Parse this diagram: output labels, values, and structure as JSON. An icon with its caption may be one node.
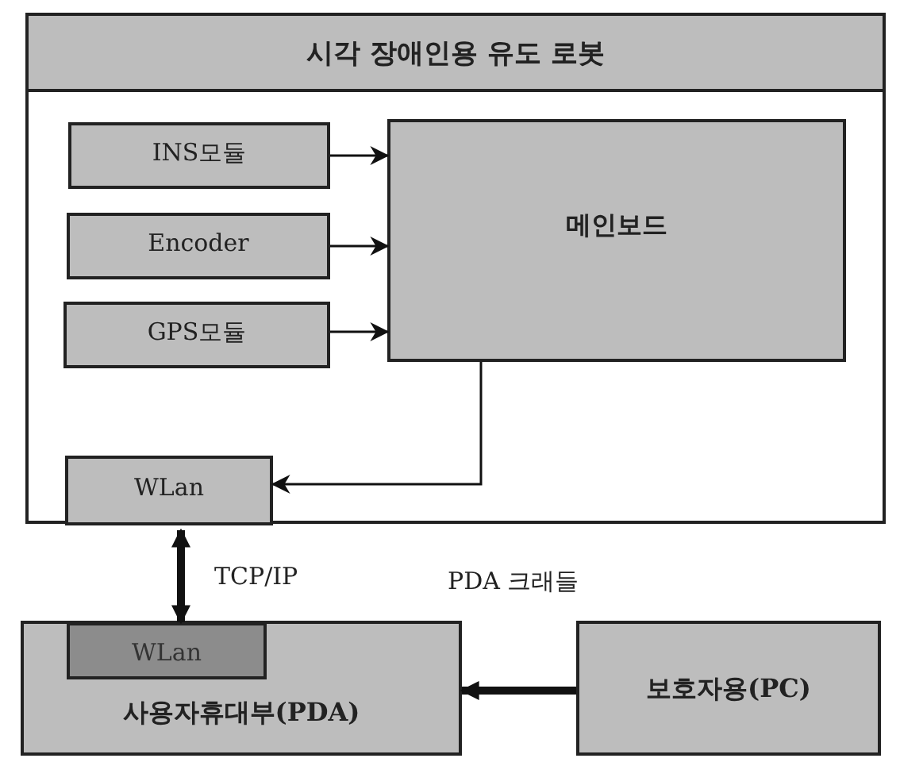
{
  "diagram": {
    "nodes": [
      {
        "text": [
          "시각 장애인용 유도 로봇"
        ]
      },
      {
        "text": [
          "INS모듈"
        ],
        "in": 0
      },
      {
        "text": [
          "Encoder"
        ],
        "in": 0
      },
      {
        "text": [
          "GPS모듈"
        ],
        "in": 0
      },
      {
        "text": [
          "메인보드"
        ],
        "in": 0
      },
      {
        "text": [
          "WLan"
        ],
        "in": 0
      },
      {
        "text": [
          "사용자휴대부(PDA)"
        ]
      },
      {
        "text": [
          "WLan"
        ],
        "in": 6
      },
      {
        "text": [
          "보호자용(PC)"
        ]
      }
    ],
    "edges": [
      {
        "from": 1,
        "to": 4,
        "arrow": "to"
      },
      {
        "from": 2,
        "to": 4,
        "arrow": "to"
      },
      {
        "from": 3,
        "to": 4,
        "arrow": "to"
      },
      {
        "from": 4,
        "to": 5,
        "arrow": "to"
      },
      {
        "from": 5,
        "to": 7,
        "arrow": "both",
        "label": "TCP/IP",
        "style": "thick"
      },
      {
        "from": 8,
        "to": 6,
        "arrow": "to",
        "style": "thick"
      }
    ],
    "labels": [
      "PDA 크래들"
    ]
  }
}
